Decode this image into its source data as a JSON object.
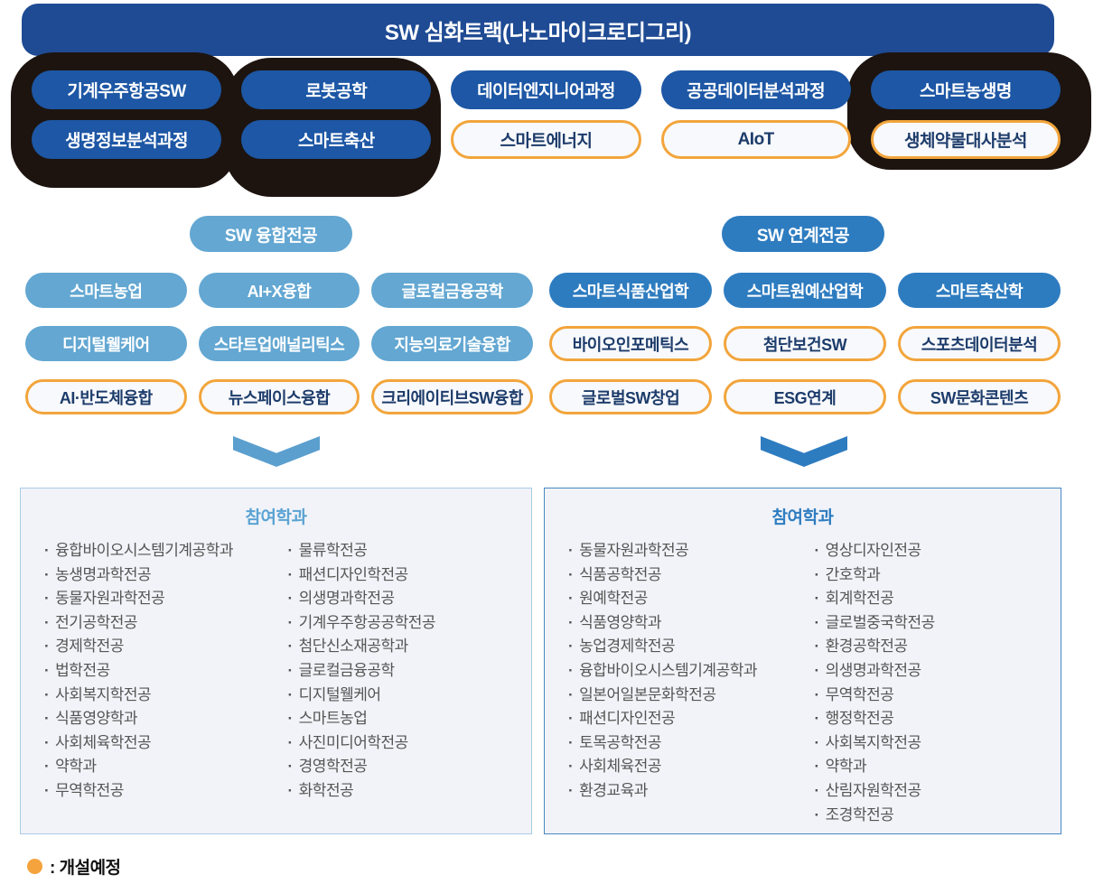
{
  "header": {
    "title": "SW 심화트랙(나노마이크로디그리)"
  },
  "top_tracks": {
    "rows": [
      [
        {
          "label": "기계우주항공SW",
          "status": "open"
        },
        {
          "label": "로봇공학",
          "status": "open"
        },
        {
          "label": "데이터엔지니어과정",
          "status": "open"
        },
        {
          "label": "공공데이터분석과정",
          "status": "open"
        },
        {
          "label": "스마트농생명",
          "status": "open"
        }
      ],
      [
        {
          "label": "생명정보분석과정",
          "status": "open"
        },
        {
          "label": "스마트축산",
          "status": "open"
        },
        {
          "label": "스마트에너지",
          "status": "planned"
        },
        {
          "label": "AIoT",
          "status": "planned"
        },
        {
          "label": "생체약물대사분석",
          "status": "planned"
        }
      ]
    ]
  },
  "sections": [
    {
      "title": "SW 융합전공",
      "theme": "light",
      "pills": [
        {
          "label": "스마트농업",
          "status": "open"
        },
        {
          "label": "AI+X융합",
          "status": "open"
        },
        {
          "label": "글로컬금융공학",
          "status": "open"
        },
        {
          "label": "디지털웰케어",
          "status": "open"
        },
        {
          "label": "스타트업애널리틱스",
          "status": "open"
        },
        {
          "label": "지능의료기술융합",
          "status": "open"
        },
        {
          "label": "AI·반도체융합",
          "status": "planned"
        },
        {
          "label": "뉴스페이스융합",
          "status": "planned"
        },
        {
          "label": "크리에이티브SW융합",
          "status": "planned"
        }
      ],
      "departments_title": "참여학과",
      "departments": [
        [
          "융합바이오시스템기계공학과",
          "농생명과학전공",
          "동물자원과학전공",
          "전기공학전공",
          "경제학전공",
          "법학전공",
          "사회복지학전공",
          "식품영양학과",
          "사회체육학전공",
          "약학과",
          "무역학전공"
        ],
        [
          "물류학전공",
          "패션디자인학전공",
          "의생명과학전공",
          "기계우주항공공학전공",
          "첨단신소재공학과",
          "글로컬금융공학",
          "디지털웰케어",
          "스마트농업",
          "사진미디어학전공",
          "경영학전공",
          "화학전공"
        ]
      ]
    },
    {
      "title": "SW 연계전공",
      "theme": "mid",
      "pills": [
        {
          "label": "스마트식품산업학",
          "status": "open"
        },
        {
          "label": "스마트원예산업학",
          "status": "open"
        },
        {
          "label": "스마트축산학",
          "status": "open"
        },
        {
          "label": "바이오인포메틱스",
          "status": "planned"
        },
        {
          "label": "첨단보건SW",
          "status": "planned"
        },
        {
          "label": "스포츠데이터분석",
          "status": "planned"
        },
        {
          "label": "글로벌SW창업",
          "status": "planned"
        },
        {
          "label": "ESG연계",
          "status": "planned"
        },
        {
          "label": "SW문화콘텐츠",
          "status": "planned"
        }
      ],
      "departments_title": "참여학과",
      "departments": [
        [
          "동물자원과학전공",
          "식품공학전공",
          "원예학전공",
          "식품영양학과",
          "농업경제학전공",
          "융합바이오시스템기계공학과",
          "일본어일본문화학전공",
          "패션디자인전공",
          "토목공학전공",
          "사회체육전공",
          "환경교육과"
        ],
        [
          "영상디자인전공",
          "간호학과",
          "회계학전공",
          "글로벌중국학전공",
          "환경공학전공",
          "의생명과학전공",
          "무역학전공",
          "행정학전공",
          "사회복지학전공",
          "약학과",
          "산림자원학전공",
          "조경학전공"
        ]
      ]
    }
  ],
  "legend": {
    "label": ": 개설예정",
    "dot_color": "#F5A33C"
  },
  "colors": {
    "header_blue": "#1F4B94",
    "track_blue": "#1D57A5",
    "convergence_blue": "#63A7D2",
    "linked_blue": "#2E7CC0",
    "planned_orange": "#F2A53C",
    "planned_text_navy": "#1D3C6B",
    "highlight_black": "#1D1410"
  }
}
